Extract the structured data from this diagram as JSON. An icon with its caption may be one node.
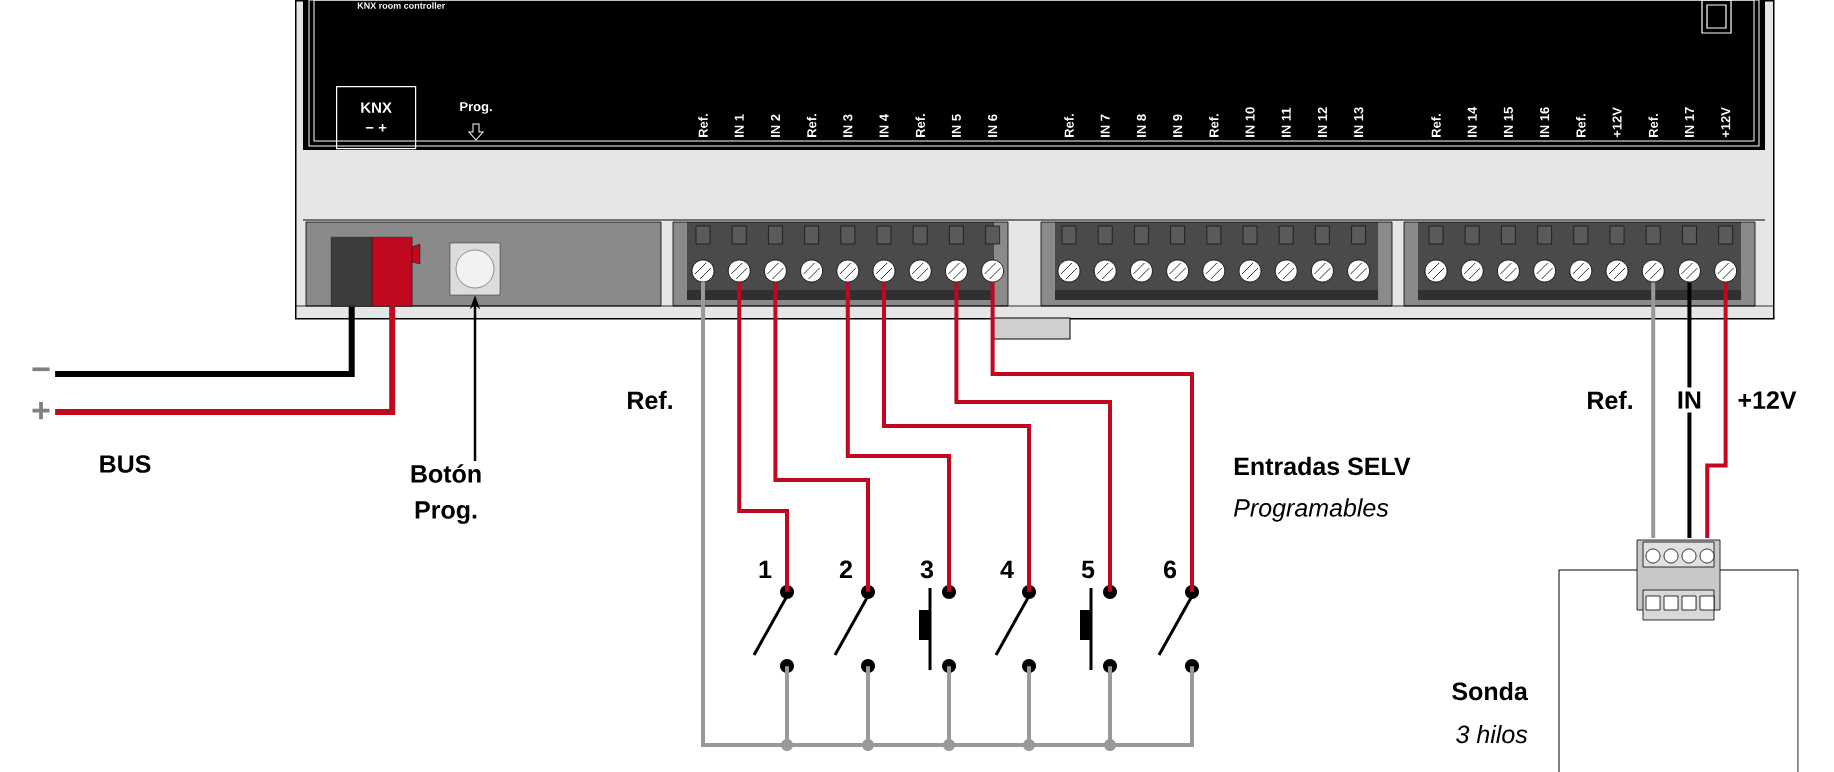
{
  "diagram": {
    "nodes": [
      {
        "text": [],
        "shape": "box"
      },
      {
        "text": [
          "KNX",
          "− +"
        ],
        "in": 0
      },
      {
        "text": [],
        "shape": "box",
        "in": 0
      },
      {
        "text": [],
        "shape": "box",
        "in": 0
      },
      {
        "text": [],
        "shape": "button",
        "in": 0
      },
      {
        "text": [],
        "shape": "circle",
        "in": 0
      },
      {
        "text": [],
        "shape": "circle",
        "in": 0
      },
      {
        "text": [],
        "shape": "circle",
        "in": 0
      },
      {
        "text": [],
        "shape": "circle",
        "in": 0
      },
      {
        "text": [],
        "shape": "circle",
        "in": 0
      },
      {
        "text": [],
        "shape": "circle",
        "in": 0
      },
      {
        "text": [],
        "shape": "circle",
        "in": 0
      },
      {
        "text": [],
        "shape": "circle",
        "in": 0
      },
      {
        "text": [],
        "shape": "circle",
        "in": 0
      },
      {
        "text": [],
        "shape": "circle",
        "in": 0
      },
      {
        "text": [],
        "shape": "circle",
        "in": 0
      },
      {
        "text": [],
        "shape": "circle",
        "in": 0
      },
      {
        "text": [],
        "shape": "circle",
        "in": 0
      },
      {
        "text": [],
        "shape": "circle",
        "in": 0
      },
      {
        "text": [],
        "shape": "circle",
        "in": 0
      },
      {
        "text": [],
        "shape": "circle",
        "in": 0
      },
      {
        "text": [],
        "shape": "circle",
        "in": 0
      },
      {
        "text": [],
        "shape": "circle",
        "in": 0
      },
      {
        "text": [],
        "shape": "circle",
        "in": 0
      },
      {
        "text": [],
        "shape": "circle",
        "in": 0
      },
      {
        "text": [],
        "shape": "circle",
        "in": 0
      },
      {
        "text": [],
        "shape": "circle",
        "in": 0
      },
      {
        "text": [],
        "shape": "circle",
        "in": 0
      },
      {
        "text": [],
        "shape": "circle",
        "in": 0
      },
      {
        "text": [],
        "shape": "circle",
        "in": 0
      },
      {
        "text": [],
        "shape": "circle",
        "in": 0
      },
      {
        "text": [],
        "shape": "circle",
        "in": 0
      },
      {
        "text": [
          "−"
        ]
      },
      {
        "text": [
          "+"
        ]
      },
      {
        "text": [
          "Botón Prog."
        ]
      },
      {
        "text": [
          "1"
        ]
      },
      {
        "text": [
          "2"
        ]
      },
      {
        "text": [
          "3"
        ]
      },
      {
        "text": [
          "4"
        ]
      },
      {
        "text": [
          "5"
        ]
      },
      {
        "text": [
          "6"
        ]
      },
      {
        "text": [],
        "shape": "box",
        "beside": [
          "Sonda",
          "3 hilos"
        ]
      }
    ],
    "edges": [
      {
        "from": 32,
        "to": 2,
        "arrow": "none",
        "color": "#000000"
      },
      {
        "from": 33,
        "to": 3,
        "arrow": "none",
        "color": "#c0091f"
      },
      {
        "from": 34,
        "to": 4,
        "arrow": "to",
        "color": "#000000"
      },
      {
        "from": 5,
        "to": 35,
        "arrow": "none",
        "color": "#999999",
        "label": "Ref."
      },
      {
        "from": 5,
        "to": 36,
        "arrow": "none",
        "color": "#999999"
      },
      {
        "from": 5,
        "to": 37,
        "arrow": "none",
        "color": "#999999"
      },
      {
        "from": 5,
        "to": 38,
        "arrow": "none",
        "color": "#999999"
      },
      {
        "from": 5,
        "to": 39,
        "arrow": "none",
        "color": "#999999"
      },
      {
        "from": 5,
        "to": 40,
        "arrow": "none",
        "color": "#999999"
      },
      {
        "from": 6,
        "to": 35,
        "arrow": "none",
        "color": "#c0091f"
      },
      {
        "from": 7,
        "to": 36,
        "arrow": "none",
        "color": "#c0091f"
      },
      {
        "from": 9,
        "to": 37,
        "arrow": "none",
        "color": "#c0091f"
      },
      {
        "from": 10,
        "to": 38,
        "arrow": "none",
        "color": "#c0091f"
      },
      {
        "from": 12,
        "to": 39,
        "arrow": "none",
        "color": "#c0091f"
      },
      {
        "from": 13,
        "to": 40,
        "arrow": "none",
        "color": "#c0091f"
      },
      {
        "from": 29,
        "to": 41,
        "arrow": "none",
        "color": "#999999",
        "label": "Ref."
      },
      {
        "from": 30,
        "to": 41,
        "arrow": "none",
        "color": "#000000",
        "label": "IN"
      },
      {
        "from": 31,
        "to": 41,
        "arrow": "none",
        "color": "#c0091f",
        "label": "+12V"
      }
    ],
    "labels": [
      "KNX room controller",
      "Prog.",
      "Ref.",
      "IN 1",
      "IN 2",
      "Ref.",
      "IN 3",
      "IN 4",
      "Ref.",
      "IN 5",
      "IN 6",
      "Ref.",
      "IN 7",
      "IN 8",
      "IN 9",
      "Ref.",
      "IN 10",
      "IN 11",
      "IN 12",
      "IN 13",
      "Ref.",
      "IN 14",
      "IN 15",
      "IN 16",
      "Ref.",
      "+12V",
      "Ref.",
      "IN 17",
      "+12V",
      "BUS",
      "Entradas SELV",
      "Programables"
    ]
  }
}
